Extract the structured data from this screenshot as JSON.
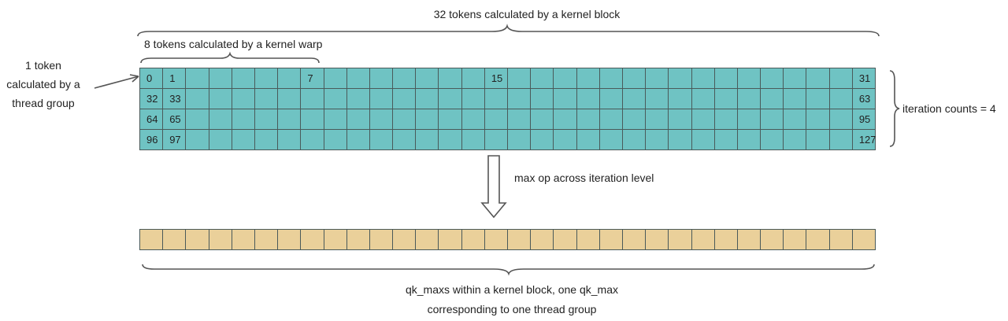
{
  "labels": {
    "block": "32 tokens calculated by a kernel block",
    "warp": "8 tokens calculated by a kernel warp",
    "token_line1": "1 token",
    "token_line2": "calculated by a",
    "token_line3": "thread group",
    "iterations": "iteration counts = 4",
    "max_op": "max op across iteration level",
    "result_line1": "qk_maxs within a kernel block, one qk_max",
    "result_line2": "corresponding to one thread group"
  },
  "grid": {
    "rows": [
      {
        "cells": [
          {
            "col": 0,
            "text": "0"
          },
          {
            "col": 1,
            "text": "1"
          },
          {
            "col": 7,
            "text": "7"
          },
          {
            "col": 15,
            "text": "15"
          },
          {
            "col": 31,
            "text": "31"
          }
        ]
      },
      {
        "cells": [
          {
            "col": 0,
            "text": "32"
          },
          {
            "col": 1,
            "text": "33"
          },
          {
            "col": 31,
            "text": "63"
          }
        ]
      },
      {
        "cells": [
          {
            "col": 0,
            "text": "64"
          },
          {
            "col": 1,
            "text": "65"
          },
          {
            "col": 31,
            "text": "95"
          }
        ]
      },
      {
        "cells": [
          {
            "col": 0,
            "text": "96"
          },
          {
            "col": 1,
            "text": "97"
          },
          {
            "col": 31,
            "text": "127"
          }
        ]
      }
    ]
  },
  "colors": {
    "token_cell": "#6fc3c3",
    "qk_max_cell": "#ead09a",
    "stroke": "#4a5a5a",
    "arrow": "#555555"
  },
  "icons": {
    "down_arrow": "hollow-down-arrow-icon",
    "pointer": "pointer-arrow-icon"
  }
}
